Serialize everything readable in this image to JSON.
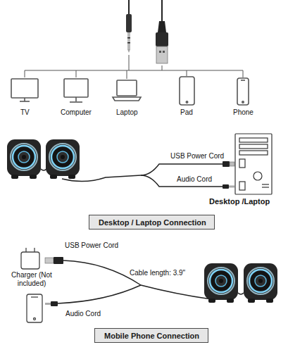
{
  "diagram": {
    "nodes": [
      {
        "text": [
          "Desktop / Laptop Connection"
        ]
      },
      {
        "text": [
          "Mobile Phone Connection"
        ]
      }
    ],
    "labels": [
      "TV",
      "Computer",
      "Laptop",
      "Pad",
      "Phone",
      "USB Power Cord",
      "Audio Cord",
      "Desktop /Laptop",
      "USB Power Cord",
      "Charger (Not included)",
      "Cable length: 3.9\"",
      "Audio Cord"
    ]
  }
}
